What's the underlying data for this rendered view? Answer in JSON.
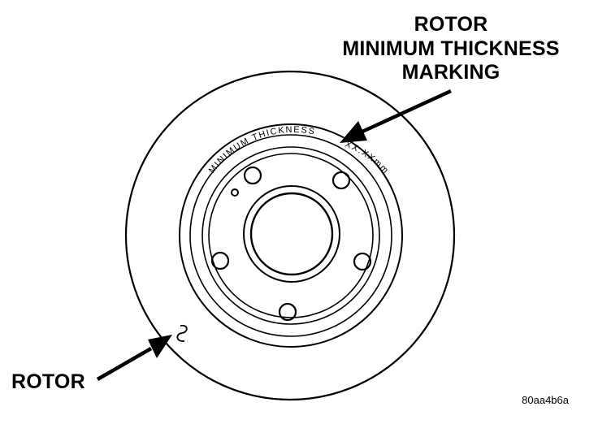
{
  "labels": {
    "marking_line1": "ROTOR",
    "marking_line2": "MINIMUM THICKNESS",
    "marking_line3": "MARKING",
    "rotor": "ROTOR",
    "rim_text_1": "MINIMUM THICKNESS",
    "rim_text_2": "XX.XXmm",
    "figure_id": "80aa4b6a"
  },
  "colors": {
    "ink": "#000000",
    "paper": "#ffffff"
  }
}
